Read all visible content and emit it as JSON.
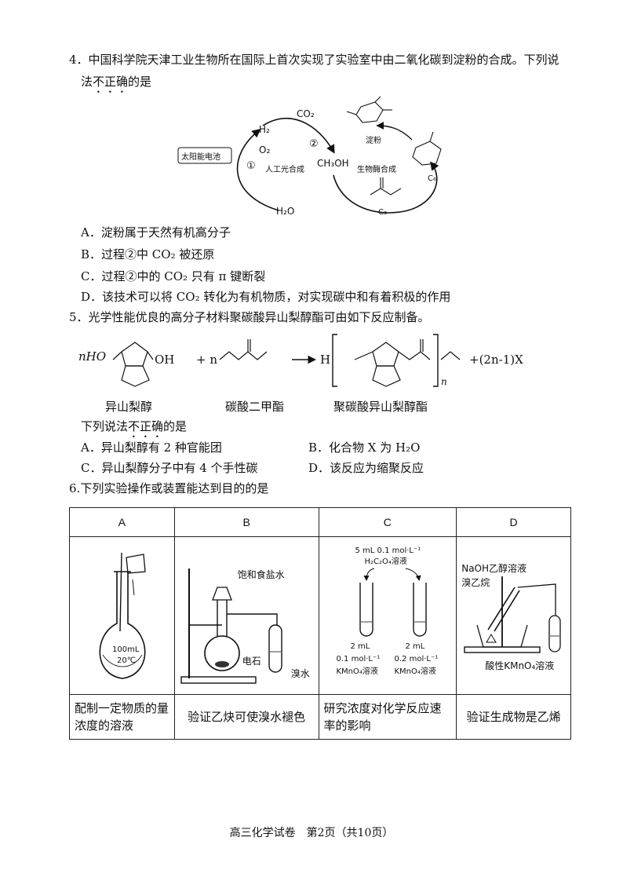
{
  "q4": {
    "line1": "4．中国科学院天津工业生物所在国际上首次实现了实验室中由二氧化碳到淀粉的合成。下列说",
    "line2_pre": "法",
    "line2_emph": "不正确",
    "line2_post": "的是",
    "diagram": {
      "battery": "太阳能电池",
      "h2": "H₂",
      "o2": "O₂",
      "h2o": "H₂O",
      "co2": "CO₂",
      "step1": "①",
      "step2": "②",
      "artificial": "人工光合成",
      "ch3oh": "CH₃OH",
      "bio": "生物酶合成",
      "starch": "淀粉",
      "c6": "C₆",
      "c3": "C₃"
    },
    "options": [
      "A．淀粉属于天然有机高分子",
      "B．过程②中 CO₂ 被还原",
      "C．过程②中的 CO₂ 只有 π 键断裂",
      "D．该技术可以将 CO₂ 转化为有机物质，对实现碳中和有着积极的作用"
    ]
  },
  "q5": {
    "stem": "5．光学性能优良的高分子材料聚碳酸异山梨醇酯可由如下反应制备。",
    "reaction": {
      "reactant1_prefix": "nHO",
      "reactant1_suffix": "OH",
      "plus": "+ n",
      "product_prefix": "H",
      "product_sub": "n",
      "byproduct": "+(2n-1)X"
    },
    "names": [
      "异山梨醇",
      "碳酸二甲酯",
      "聚碳酸异山梨醇酯"
    ],
    "ask_pre": "下列说法",
    "ask_emph": "不正确",
    "ask_post": "的是",
    "optA": "A．异山梨醇有 2 种官能团",
    "optB": "B．化合物 X 为 H₂O",
    "optC": "C．异山梨醇分子中有 4 个手性碳",
    "optD": "D．该反应为缩聚反应"
  },
  "q6": {
    "num": "6.",
    "stem": "下列实验操作或装置能达到目的的是",
    "headers": [
      "A",
      "B",
      "C",
      "D"
    ],
    "A_labels": {
      "volume": "100mL",
      "temp": "20℃"
    },
    "B_labels": {
      "brine": "饱和食盐水",
      "carbide": "电石",
      "bromine": "溴水"
    },
    "C_labels": {
      "top1": "5 mL 0.1 mol·L⁻¹",
      "top2": "H₂C₂O₄溶液",
      "l1": "2 mL",
      "l2": "0.1 mol·L⁻¹",
      "l3": "KMnO₄溶液",
      "r1": "2 mL",
      "r2": "0.2 mol·L⁻¹",
      "r3": "KMnO₄溶液"
    },
    "D_labels": {
      "naoh": "NaOH乙醇溶液",
      "bromoethane": "溴乙烷",
      "kmno4": "酸性KMnO₄溶液"
    },
    "descriptions": [
      "配制一定物质的量浓度的溶液",
      "验证乙炔可使溴水褪色",
      "研究浓度对化学反应速率的影响",
      "验证生成物是乙烯"
    ]
  },
  "footer": "高三化学试卷　第2页（共10页）"
}
